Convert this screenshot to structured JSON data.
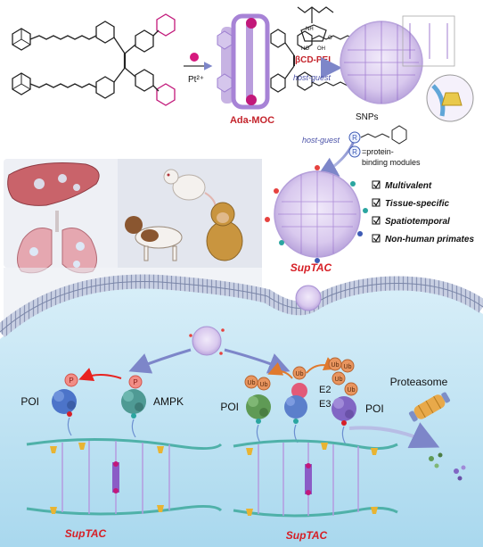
{
  "labels": {
    "pt": "Pt²⁺",
    "ada_moc": "Ada-MOC",
    "bcd_pei": "βCD-PEI",
    "host_guest_1": "host-guest",
    "host_guest_2": "host-guest",
    "snps": "SNPs",
    "r_symbol": "R",
    "r_def_line1": "=protein-",
    "r_def_line2": "binding modules",
    "suptac_center": "SupTAC",
    "suptac_left": "SupTAC",
    "suptac_right": "SupTAC",
    "poi_left": "POI",
    "ampk": "AMPK",
    "poi_mid": "POI",
    "poi_right": "POI",
    "e2": "E2",
    "e3": "E3",
    "proteasome": "Proteasome",
    "ub": "Ub",
    "p": "P",
    "nh": "NH",
    "ho": "HO",
    "oh": "OH",
    "o": "O"
  },
  "features": [
    "Multivalent",
    "Tissue-specific",
    "Spatiotemporal",
    "Non-human primates"
  ],
  "colors": {
    "accent_red": "#e8221f",
    "magenta": "#c2187a",
    "lilac": "#c7b3e3",
    "purple": "#8a5cc6",
    "cell_blue": "#bfe4f4",
    "membrane": "#9aa6c4",
    "arrow_blue": "#7d86c9",
    "arrow_orange": "#e07a2e",
    "organ_red": "#c9636a",
    "poi_blue": "#4c74c9",
    "ampk_teal": "#4f9a94",
    "green_protein": "#5f9a55",
    "purple_protein": "#8166c4",
    "ub_orange": "#e8955f"
  },
  "icons": [
    "adamantane-icon",
    "checkbox-icon",
    "rat-icon",
    "dog-icon",
    "monkey-icon",
    "liver-icon",
    "lung-icon"
  ]
}
